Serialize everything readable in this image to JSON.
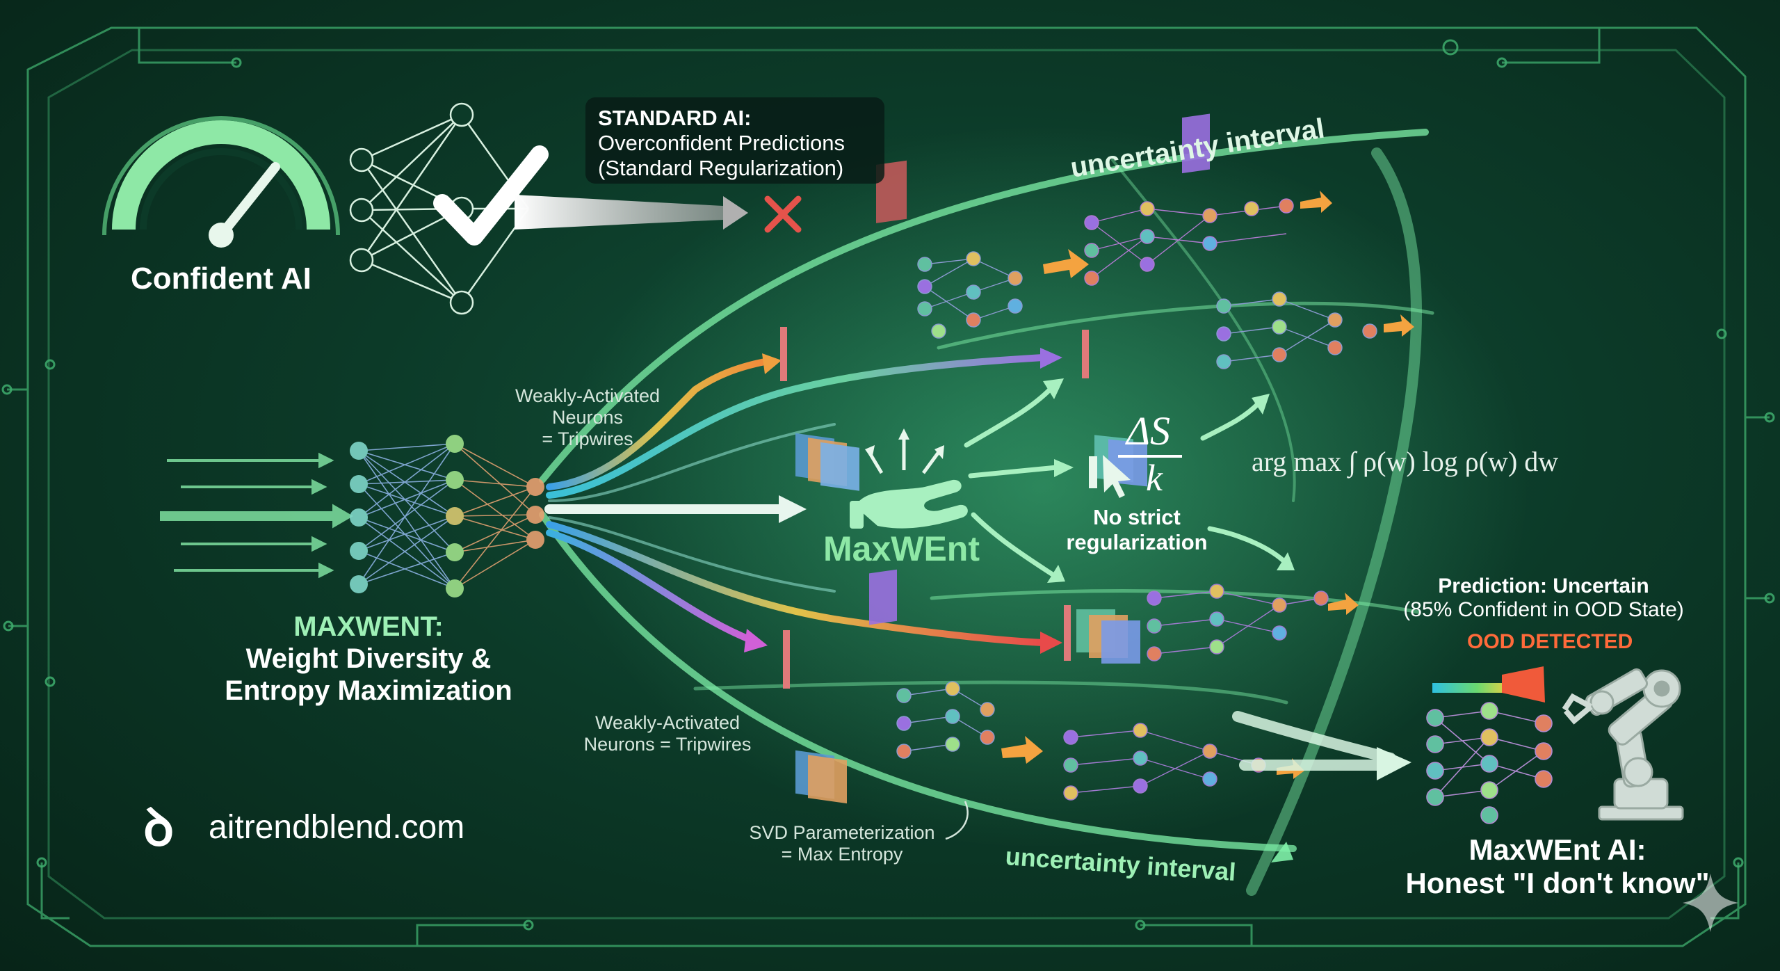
{
  "labels": {
    "confident_ai": "Confident AI",
    "standard_title": "STANDARD AI:",
    "standard_line1": "Overconfident Predictions",
    "standard_line2": "(Standard Regularization)",
    "tripwires_top_l1": "Weakly-Activated",
    "tripwires_top_l2": "Neurons",
    "tripwires_top_l3": "= Tripwires",
    "maxwent_title_l1": "MAXWENT:",
    "maxwent_title_l2": "Weight Diversity &",
    "maxwent_title_l3": "Entropy Maximization",
    "maxwent_center": "MaxWEnt",
    "delta_s": "ΔS",
    "k": "k",
    "no_strict_l1": "No strict",
    "no_strict_l2": "regularization",
    "formula": "arg max ∫ ρ(w) log ρ(w) dw",
    "uncertainty_top": "uncertainty interval",
    "uncertainty_bottom": "uncertainty interval",
    "tripwires_bottom_l1": "Weakly-Activated",
    "tripwires_bottom_l2": "Neurons = Tripwires",
    "svd_l1": "SVD Parameterization",
    "svd_l2": "= Max Entropy",
    "prediction_l1": "Prediction: Uncertain",
    "prediction_l2": "(85% Confident in OOD State)",
    "ood_detected": "OOD DETECTED",
    "final_l1": "MaxWEnt AI:",
    "final_l2": "Honest \"I don't know\"",
    "brand": "aitrendblend.com"
  },
  "icons": {
    "gauge": "gauge-icon",
    "checkmark": "checkmark-icon",
    "cross": "cross-icon",
    "hand": "open-hand-icon",
    "robot_arm": "robot-arm-icon",
    "cursor": "cursor-icon",
    "sparkle": "sparkle-icon"
  },
  "colors": {
    "background": "#0c3a28",
    "circuit": "#3fae6e",
    "accent_green": "#8ee8a6",
    "cross_red": "#e5534b",
    "ood_orange": "#ff6a3a",
    "arrow_orange": "#f4a340"
  }
}
